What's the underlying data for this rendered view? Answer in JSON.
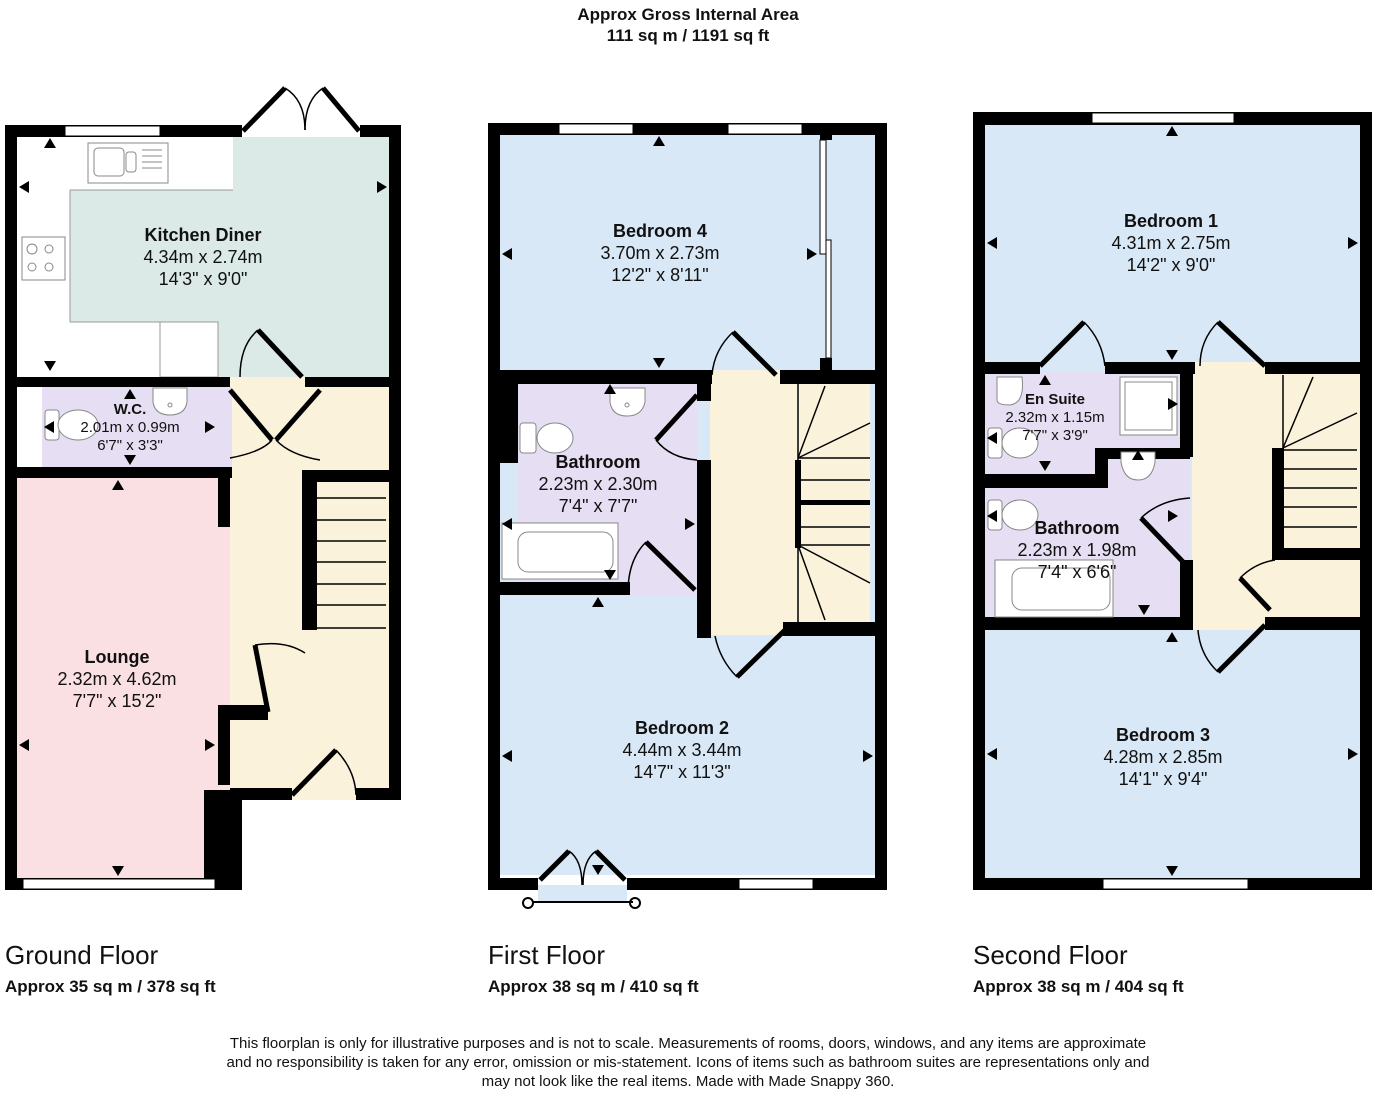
{
  "header": {
    "title": "Approx Gross Internal Area",
    "total_area": "111 sq m / 1191 sq ft"
  },
  "colors": {
    "wall": "#000000",
    "kitchen": "#dbeae6",
    "hall": "#fbf2dc",
    "wc_bath": "#e6def2",
    "lounge": "#fadfe3",
    "bedroom": "#d9e8f6",
    "worktop": "#ffffff"
  },
  "floors": [
    {
      "name": "Ground Floor",
      "area": "Approx 35 sq m / 378 sq ft",
      "rooms": [
        {
          "name": "Kitchen Diner",
          "metric": "4.34m x 2.74m",
          "imperial": "14'3\" x 9'0\""
        },
        {
          "name": "W.C.",
          "metric": "2.01m x 0.99m",
          "imperial": "6'7\" x 3'3\""
        },
        {
          "name": "Lounge",
          "metric": "2.32m x 4.62m",
          "imperial": "7'7\" x 15'2\""
        }
      ]
    },
    {
      "name": "First Floor",
      "area": "Approx 38 sq m / 410 sq ft",
      "rooms": [
        {
          "name": "Bedroom 4",
          "metric": "3.70m x 2.73m",
          "imperial": "12'2\" x 8'11\""
        },
        {
          "name": "Bathroom",
          "metric": "2.23m x 2.30m",
          "imperial": "7'4\" x 7'7\""
        },
        {
          "name": "Bedroom 2",
          "metric": "4.44m x 3.44m",
          "imperial": "14'7\" x 11'3\""
        }
      ]
    },
    {
      "name": "Second Floor",
      "area": "Approx 38 sq m / 404 sq ft",
      "rooms": [
        {
          "name": "Bedroom 1",
          "metric": "4.31m x 2.75m",
          "imperial": "14'2\" x 9'0\""
        },
        {
          "name": "En Suite",
          "metric": "2.32m x 1.15m",
          "imperial": "7'7\" x 3'9\""
        },
        {
          "name": "Bathroom",
          "metric": "2.23m x 1.98m",
          "imperial": "7'4\" x 6'6\""
        },
        {
          "name": "Bedroom 3",
          "metric": "4.28m x 2.85m",
          "imperial": "14'1\" x 9'4\""
        }
      ]
    }
  ],
  "disclaimer": {
    "line1": "This floorplan is only for illustrative purposes and is not to scale. Measurements of rooms, doors, windows, and any items are approximate",
    "line2": "and no responsibility is taken for any error, omission or mis-statement. Icons of items such as bathroom suites are representations only and",
    "line3": "may not look like the real items. Made with Made Snappy 360."
  }
}
